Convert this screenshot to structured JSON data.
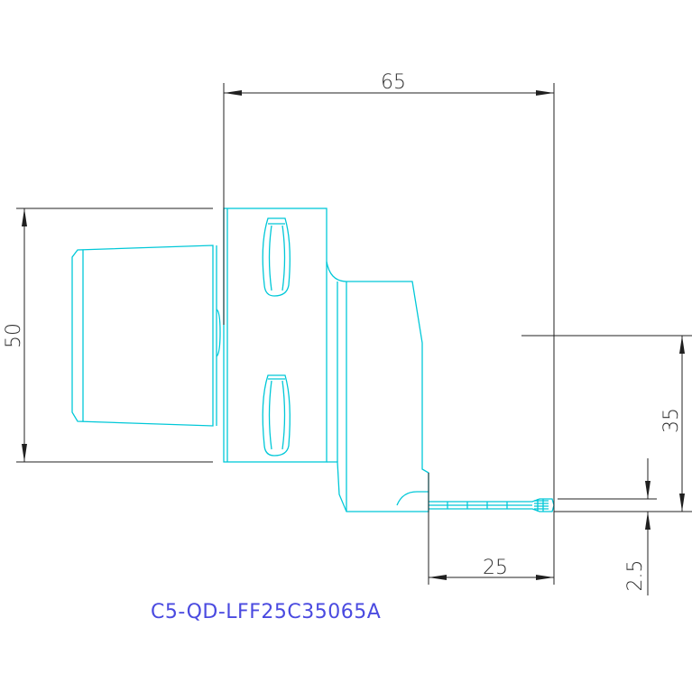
{
  "drawing": {
    "part_number": "C5-QD-LFF25C35065A",
    "dimensions": {
      "overall_length": "65",
      "shank_height": "50",
      "tip_height": "35",
      "tip_length": "25",
      "tip_offset": "2.5"
    },
    "colors": {
      "outline": "#00c8d8",
      "dimension": "#202020",
      "title": "#4a4ae0"
    }
  }
}
